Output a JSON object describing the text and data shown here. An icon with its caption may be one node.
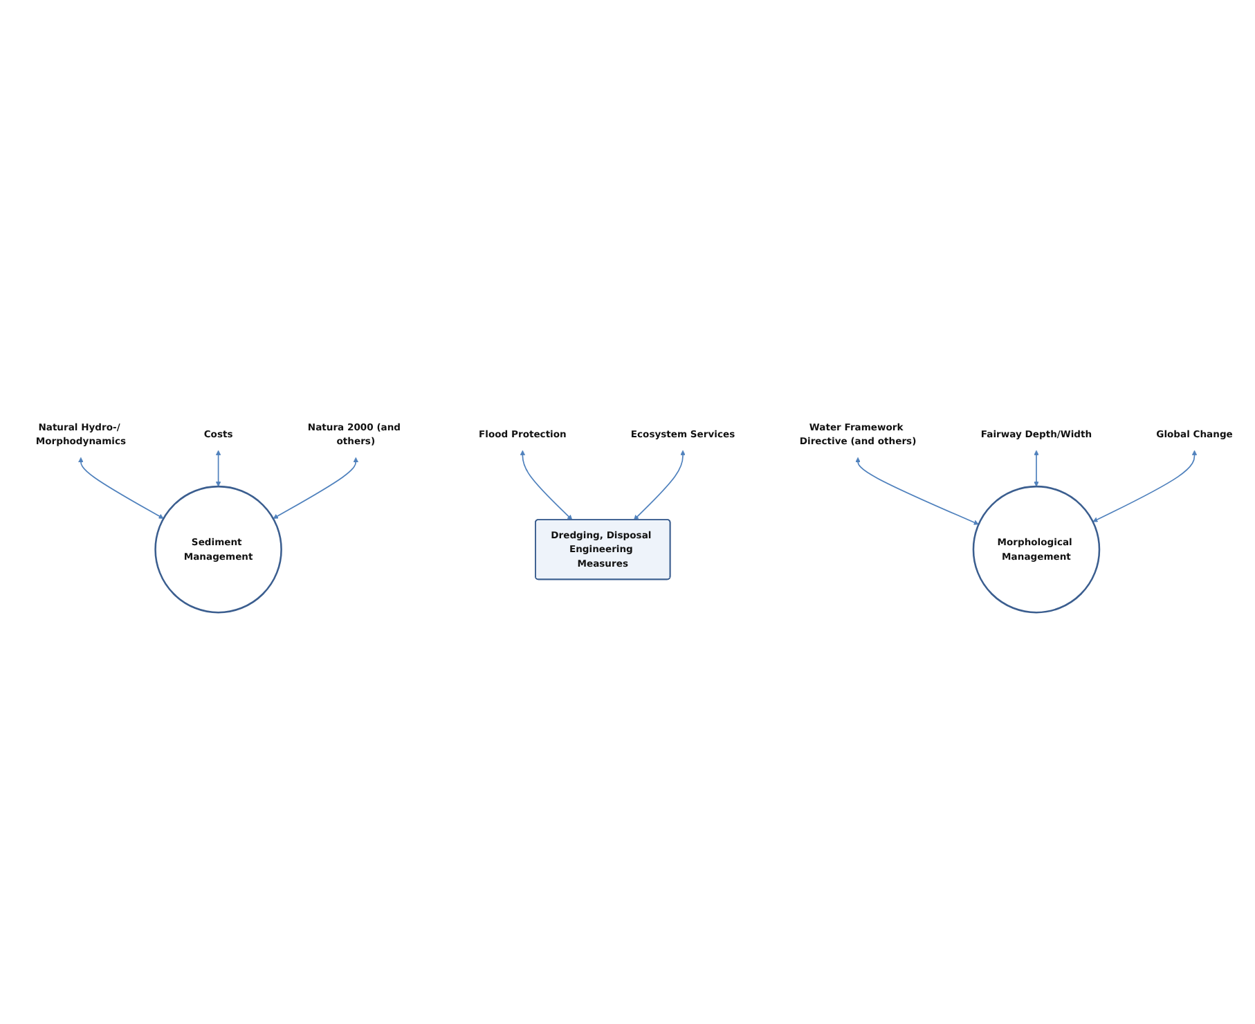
{
  "diagram": {
    "nodes": [
      {
        "text": [
          "Natural Hydro-/ Morphodynamics"
        ]
      },
      {
        "text": [
          "Costs"
        ]
      },
      {
        "text": [
          "Natura 2000 (and others)"
        ]
      },
      {
        "text": [
          "Sediment Management"
        ]
      },
      {
        "text": [
          "Flood Protection"
        ]
      },
      {
        "text": [
          "Dredging, Disposal Engineering Measures"
        ]
      },
      {
        "text": [
          "Ecosystem Services"
        ]
      },
      {
        "text": [
          "Morphological Management"
        ]
      },
      {
        "text": [
          "Water Framework Directive (and others)"
        ]
      },
      {
        "text": [
          "Global Change"
        ]
      },
      {
        "text": [
          "Fairway Depth/Width"
        ]
      }
    ],
    "edges": [
      {
        "from": 0,
        "to": 3,
        "arrow": "both"
      },
      {
        "from": 1,
        "to": 3,
        "arrow": "both"
      },
      {
        "from": 2,
        "to": 3,
        "arrow": "both"
      },
      {
        "from": 4,
        "to": 5,
        "arrow": "both"
      },
      {
        "from": 6,
        "to": 5,
        "arrow": "both"
      },
      {
        "from": 8,
        "to": 7,
        "arrow": "both"
      },
      {
        "from": 10,
        "to": 7,
        "arrow": "both"
      },
      {
        "from": 9,
        "to": 7,
        "arrow": "both"
      }
    ]
  }
}
